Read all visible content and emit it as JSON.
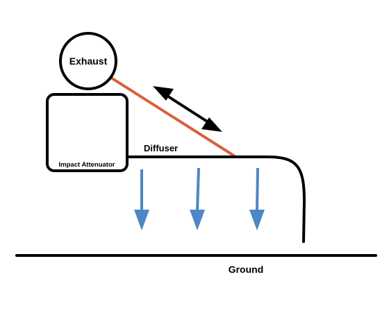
{
  "labels": {
    "exhaust": "Exhaust",
    "impact_attenuator": "Impact Attenuator",
    "diffuser": "Diffuser",
    "ground": "Ground"
  },
  "colors": {
    "outline": "#000000",
    "exhaust_line": "#d9603b",
    "downforce_arrow": "#4f86c6",
    "background": "#ffffff"
  },
  "arrows": {
    "downforce_count": 3,
    "direction": "down",
    "adjustment": "double-headed"
  }
}
